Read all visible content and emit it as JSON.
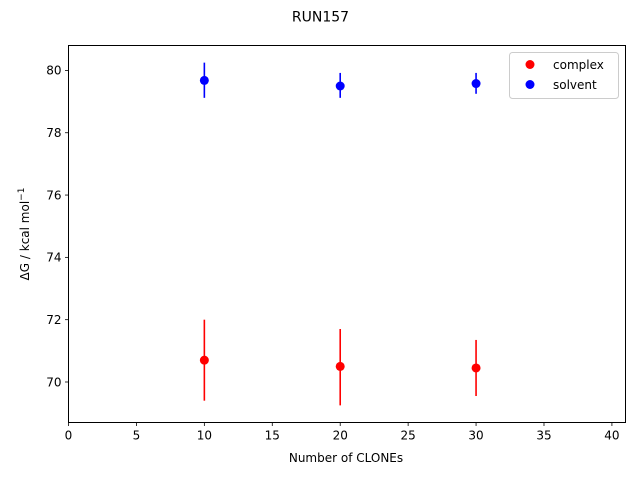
{
  "chart_data": {
    "type": "scatter",
    "title": "RUN157",
    "xlabel": "Number of CLONEs",
    "ylabel_main": "ΔG / kcal mol",
    "ylabel_sup": "−1",
    "xlim": [
      0,
      41
    ],
    "ylim": [
      68.7,
      80.8
    ],
    "xticks": [
      0,
      5,
      10,
      15,
      20,
      25,
      30,
      35,
      40
    ],
    "yticks": [
      70,
      72,
      74,
      76,
      78,
      80
    ],
    "grid": false,
    "legend_position": "top-right",
    "series": [
      {
        "name": "complex",
        "color": "#ff0000",
        "x": [
          10,
          20,
          30
        ],
        "y": [
          70.7,
          70.5,
          70.45
        ],
        "yerr_low": [
          69.4,
          69.25,
          69.55
        ],
        "yerr_high": [
          72.0,
          71.7,
          71.35
        ]
      },
      {
        "name": "solvent",
        "color": "#0000ff",
        "x": [
          10,
          20,
          30
        ],
        "y": [
          79.68,
          79.5,
          79.58
        ],
        "yerr_low": [
          79.12,
          79.12,
          79.25
        ],
        "yerr_high": [
          80.25,
          79.92,
          79.92
        ]
      }
    ]
  }
}
